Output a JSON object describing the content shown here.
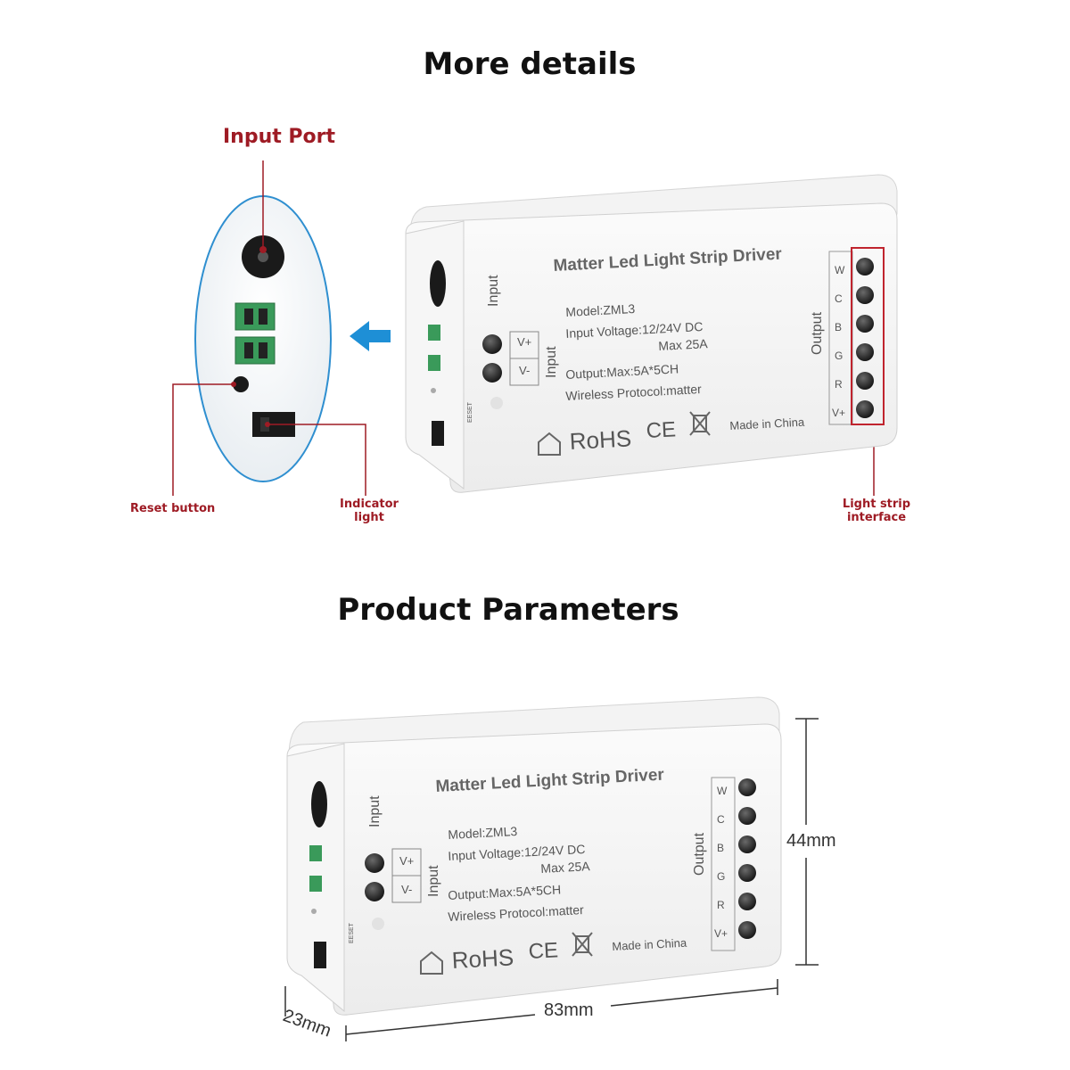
{
  "sections": {
    "details_title": "More details",
    "params_title": "Product Parameters"
  },
  "callouts": {
    "input_port": "Input Port",
    "reset_button": "Reset button",
    "indicator_light": "Indicator light",
    "light_strip_interface": "Light strip interface"
  },
  "device": {
    "name": "Matter Led Light Strip Driver",
    "model": "Model:ZML3",
    "input_voltage": "Input Voltage:12/24V DC",
    "max_current": "Max 25A",
    "output": "Output:Max:5A*5CH",
    "protocol": "Wireless Protocol:matter",
    "input_label": "Input",
    "output_label": "Output",
    "vplus": "V+",
    "vminus": "V-",
    "reset_label": "EESET",
    "rohs": "RoHS",
    "ce": "CE",
    "made_in": "Made in China",
    "channels": [
      "W",
      "C",
      "B",
      "G",
      "R",
      "V+"
    ]
  },
  "dimensions": {
    "height": "44mm",
    "length": "83mm",
    "depth": "23mm"
  },
  "colors": {
    "callout_red": "#9e1b24",
    "arrow_blue": "#1e8fd6",
    "oval_border": "#2f8fd0",
    "terminal_green": "#3a9a5a"
  }
}
